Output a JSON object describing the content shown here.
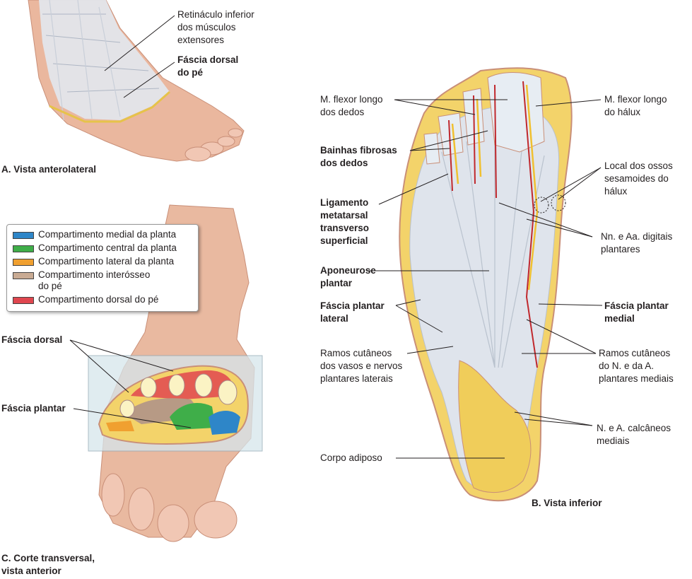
{
  "panels": {
    "a": "A. Vista anterolateral",
    "b": "B. Vista inferior",
    "c": "C. Corte transversal,\n    vista anterior"
  },
  "labels": {
    "retinaculo": "Retináculo inferior\ndos músculos\nextensores",
    "fascia_dorsal_pe": "Fáscia dorsal\ndo pé",
    "flexor_longo_dedos": "M. flexor longo\ndos dedos",
    "bainhas": "Bainhas fibrosas\ndos dedos",
    "ligamento": "Ligamento\nmetatarsal\ntransverso\nsuperficial",
    "aponeurose": "Aponeurose\nplantar",
    "fascia_plantar_lateral": "Fáscia plantar\nlateral",
    "ramos_laterais": "Ramos cutâneos\ndos vasos e nervos\nplantares laterais",
    "corpo_adiposo": "Corpo adiposo",
    "flexor_longo_halux": "M. flexor longo\ndo hálux",
    "sesamoides": "Local dos ossos\nsesamoides do\nhálux",
    "digitais": "Nn. e Aa. digitais\nplantares",
    "fascia_plantar_medial": "Fáscia plantar\nmedial",
    "ramos_mediais": "Ramos cutâneos\ndo N. e da A.\nplantares mediais",
    "calcaneos": "N. e A. calcâneos\nmediais",
    "fascia_dorsal": "Fáscia dorsal",
    "fascia_plantar": "Fáscia plantar"
  },
  "legend": [
    {
      "label": "Compartimento medial da planta",
      "color": "#2e86c8"
    },
    {
      "label": "Compartimento central da planta",
      "color": "#3fae49"
    },
    {
      "label": "Compartimento lateral da planta",
      "color": "#f0a030"
    },
    {
      "label": "Compartimento interósseo\ndo pé",
      "color": "#c9ab94"
    },
    {
      "label": "Compartimento dorsal do pé",
      "color": "#e0464f"
    }
  ],
  "colors": {
    "skin": "#e8b59c",
    "fascia": "#dde3ea",
    "fat": "#f3d36a",
    "artery": "#c0282d",
    "nerve": "#f0c030"
  }
}
